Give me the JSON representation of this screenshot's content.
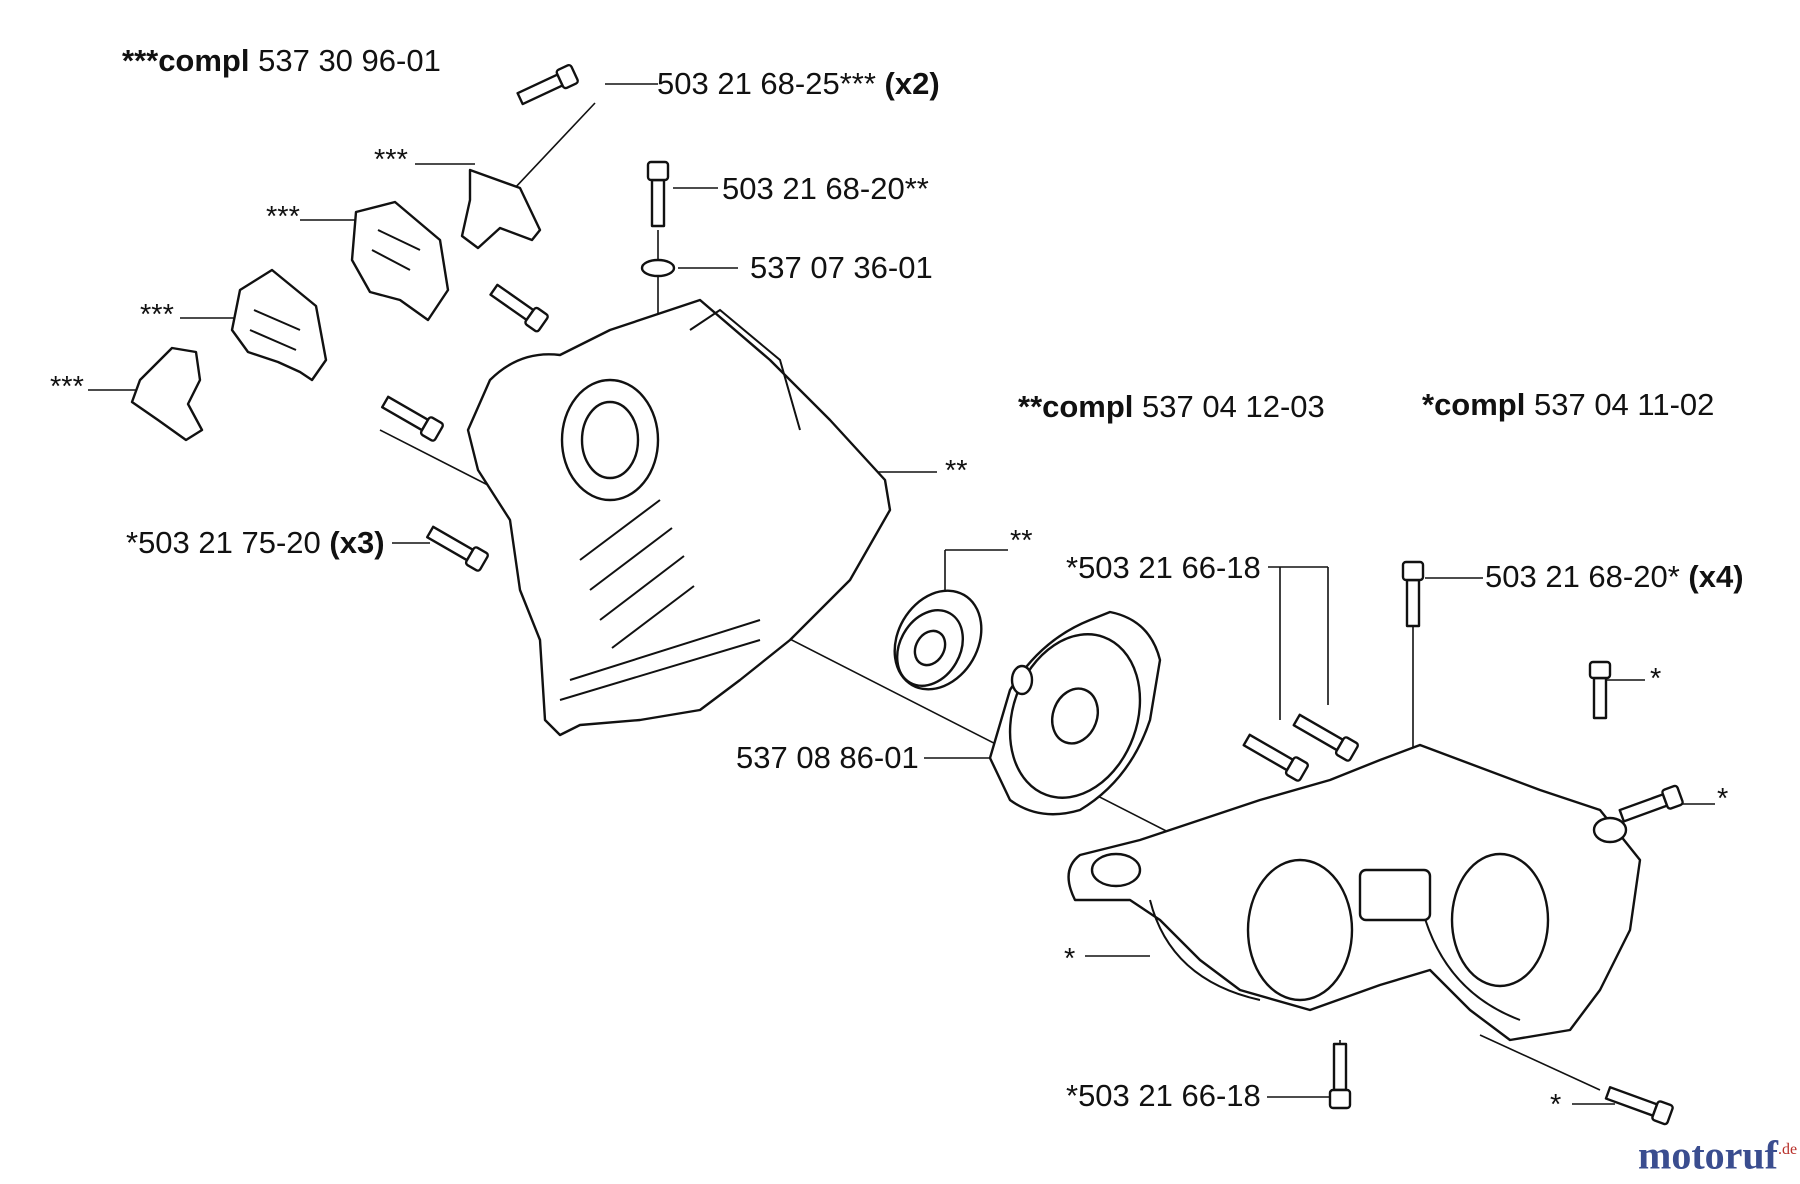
{
  "kits": {
    "kit3": {
      "prefix": "***compl",
      "number": "537 30 96-01"
    },
    "kit2": {
      "prefix": "**compl",
      "number": "537 04 12-03"
    },
    "kit1": {
      "prefix": "*compl",
      "number": "537 04 11-02"
    }
  },
  "labels": {
    "screw_kit3": {
      "number": "503 21 68-25***",
      "qty": "(x2)"
    },
    "screw_kit2": {
      "number": "503 21 68-20**"
    },
    "ring": {
      "number": "537 07 36-01"
    },
    "screw_x3": {
      "number": "*503 21 75-20",
      "qty": "(x3)"
    },
    "stud_a": {
      "number": "*503 21 66-18"
    },
    "screw_x4": {
      "number": "503 21 68-20*",
      "qty": "(x4)"
    },
    "fan": {
      "number": "537 08 86-01"
    },
    "stud_b": {
      "number": "*503 21 66-18"
    }
  },
  "stars": {
    "s1": "***",
    "s2": "***",
    "s3": "***",
    "s4": "***",
    "s5": "**",
    "s6": "**",
    "s7": "*",
    "s8": "*",
    "s9": "*",
    "s10": "*"
  },
  "watermark": {
    "main": "motoruf",
    "suffix": ".de"
  }
}
